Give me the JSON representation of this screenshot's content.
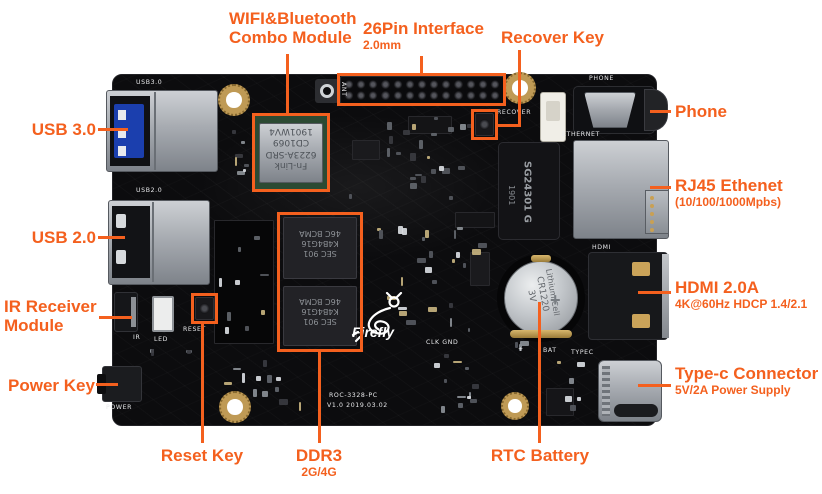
{
  "colors": {
    "accent": "#f4601e",
    "board": "#0c0c0e",
    "silkscreen": "#e8e9eb",
    "usb3_blue": "#1b3fae",
    "gold": "#bf9a55"
  },
  "annotations": {
    "wifi": {
      "title": "WIFI&Bluetooth",
      "title2": "Combo Module"
    },
    "pin26": {
      "title": "26Pin Interface",
      "sub": "2.0mm"
    },
    "recover": {
      "title": "Recover Key"
    },
    "usb3": {
      "title": "USB 3.0"
    },
    "usb2": {
      "title": "USB 2.0"
    },
    "ir": {
      "title": "IR Receiver",
      "title2": "Module"
    },
    "power": {
      "title": "Power Key"
    },
    "phone": {
      "title": "Phone"
    },
    "rj45": {
      "title": "RJ45 Ethenet",
      "sub": "(10/100/1000Mpbs)"
    },
    "hdmi": {
      "title": "HDMI 2.0A",
      "sub": "4K@60Hz HDCP 1.4/2.1"
    },
    "typec": {
      "title": "Type-c Connector",
      "sub": "5V/2A Power Supply"
    },
    "reset": {
      "title": "Reset Key"
    },
    "ddr3": {
      "title": "DDR3",
      "sub": "2G/4G"
    },
    "rtc": {
      "title": "RTC Battery"
    }
  },
  "silkscreen": {
    "usb3": "USB3.0",
    "usb2": "USB2.0",
    "ir": "IR",
    "led": "LED",
    "reset": "RESET",
    "power": "POWER",
    "ant": "ANT",
    "recover": "RECOVER",
    "ethernet": "ETHERNET",
    "phone": "PHONE",
    "hdmi": "HDMI",
    "bat_plus": "+",
    "bat": "BAT",
    "typec": "TYPEC",
    "clkgnd": "CLK GND",
    "model": "ROC-3328-PC",
    "version": "V1.0  2019.03.02"
  },
  "chips": {
    "wifi": {
      "l1": "Fn-Link",
      "l2": "6223A-SRD",
      "l3": "CD1069",
      "l4": "1901WV4"
    },
    "eth": {
      "name": "SG24301 G",
      "date": "1901"
    },
    "ddr_a": {
      "l1": "SEC 901",
      "l2": "K4B4G16",
      "l3": "46C BCMA"
    },
    "ddr_b": {
      "l1": "SEC 901",
      "l2": "K4B4G16",
      "l3": "46C BCMA"
    },
    "battery": {
      "l1": "Lithium Cell",
      "l2": "CR1220",
      "l3": "3V"
    },
    "logo": "Firefly"
  }
}
